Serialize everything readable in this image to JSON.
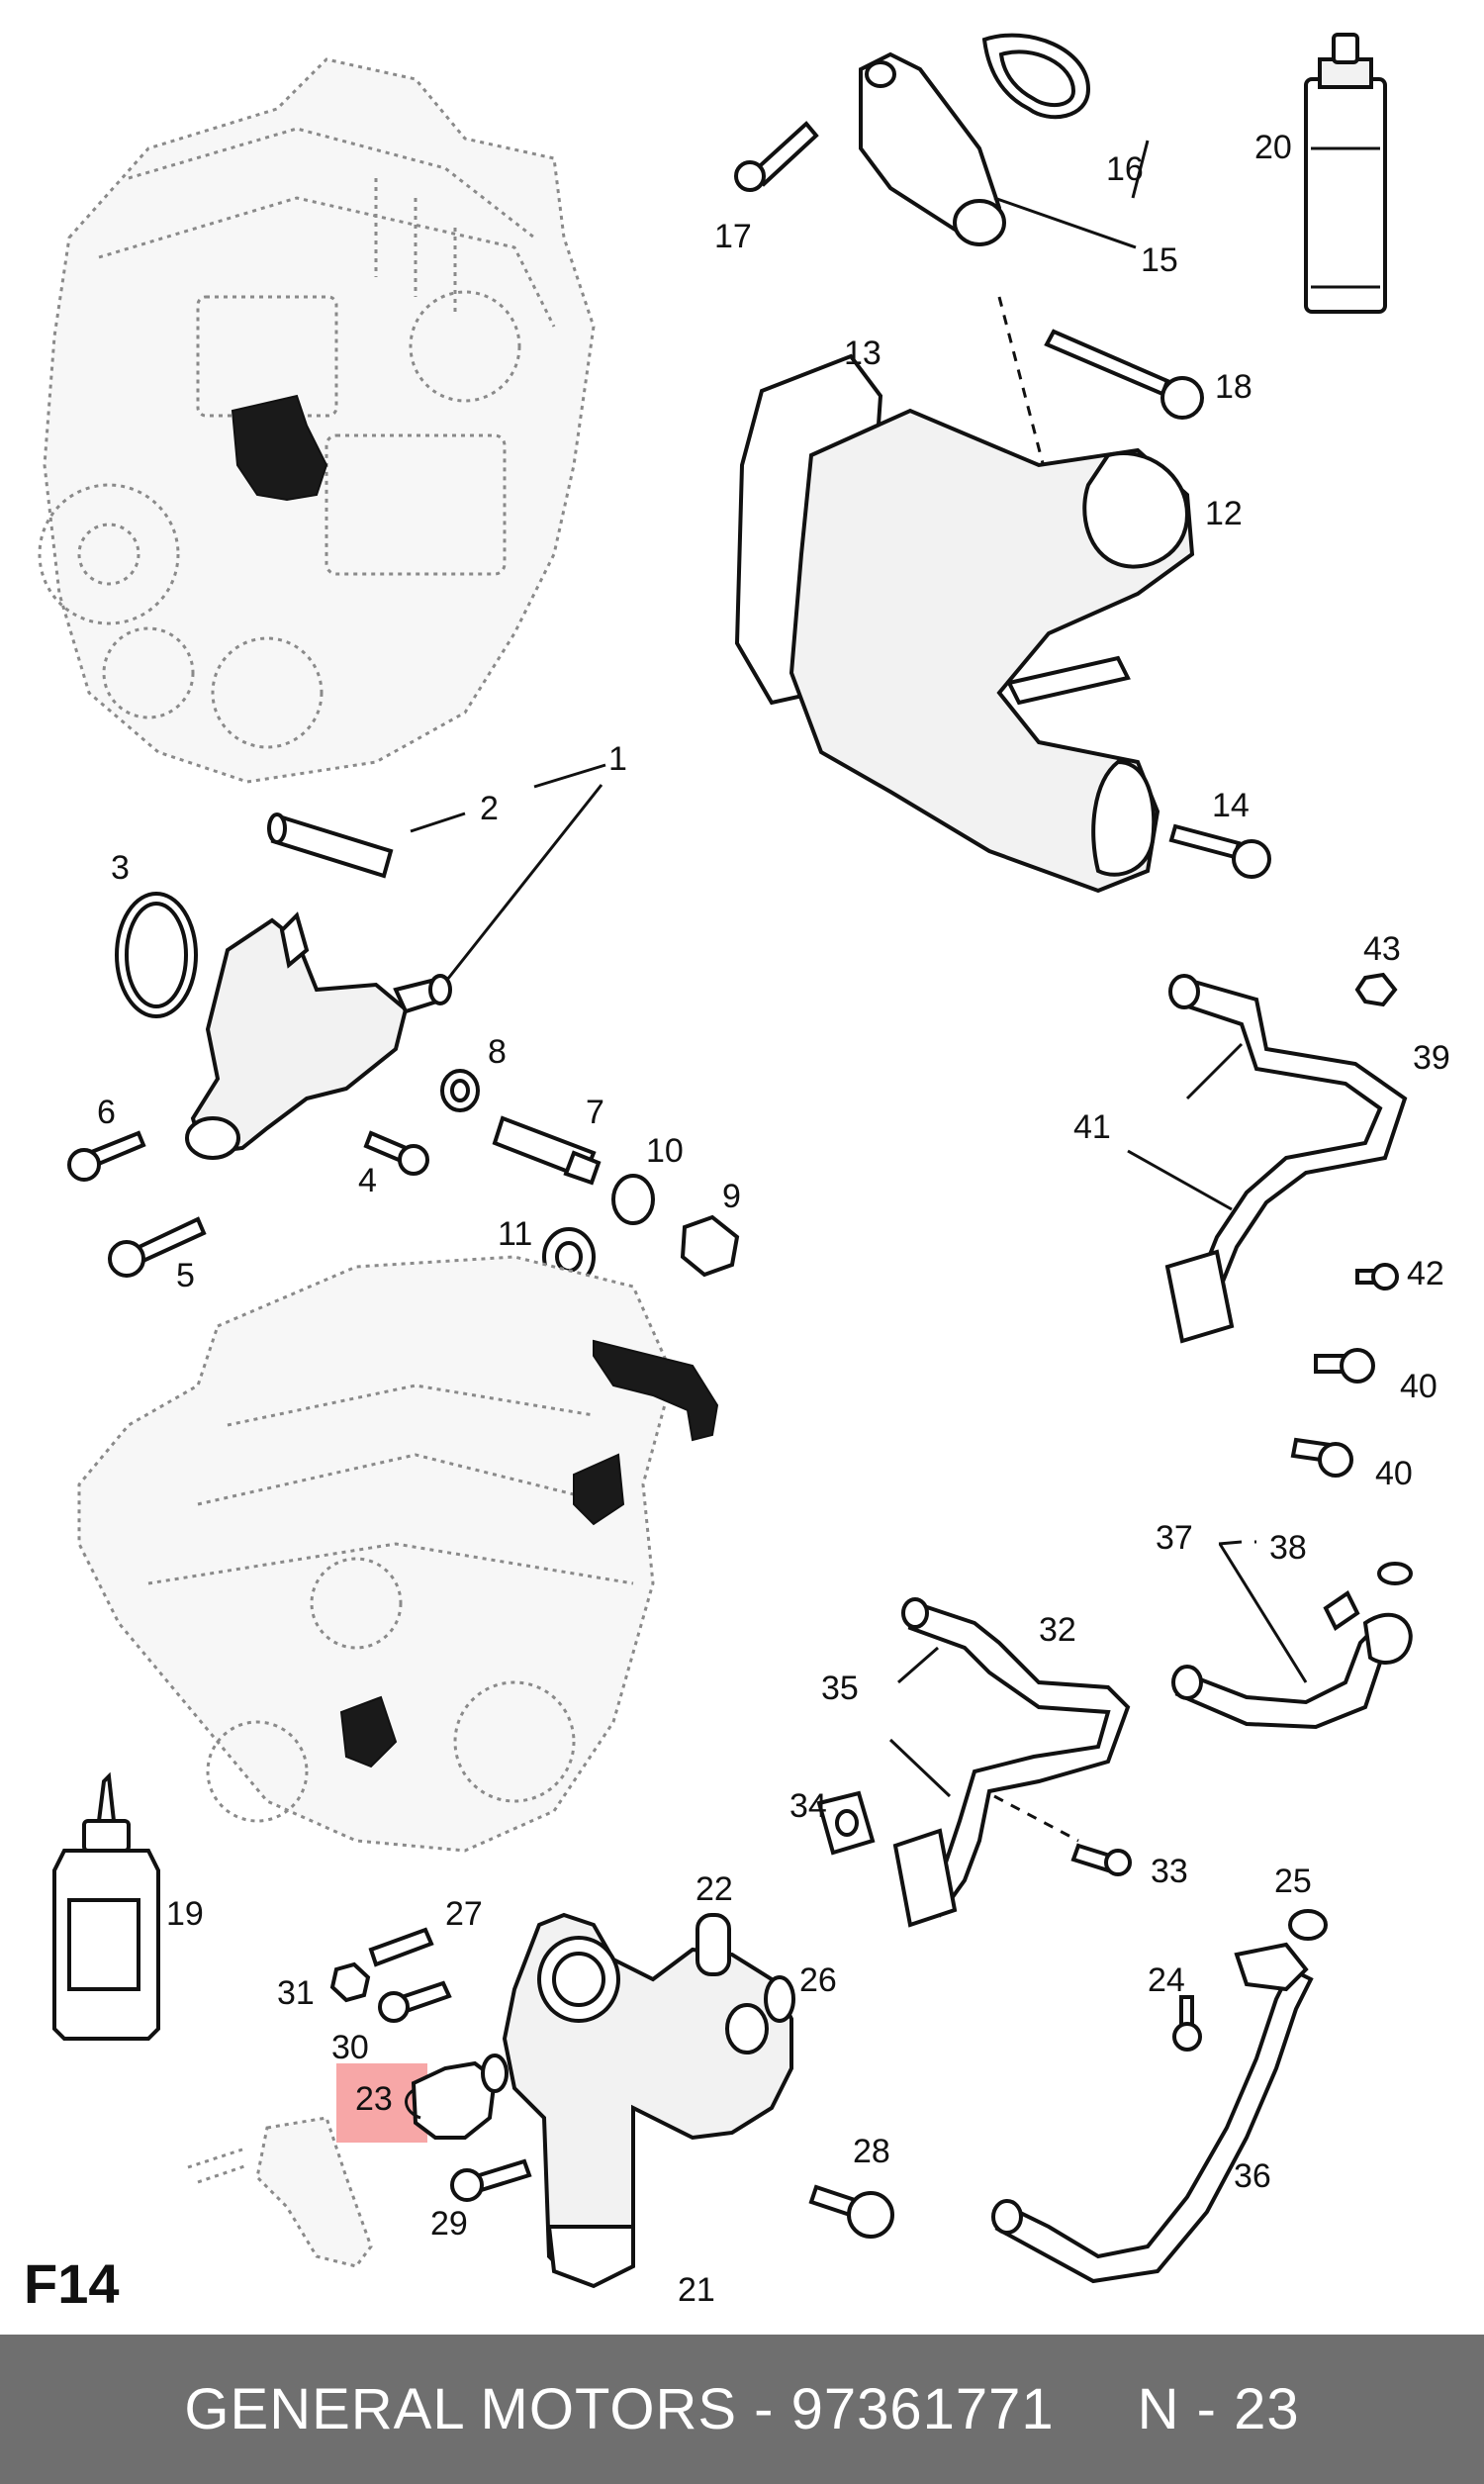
{
  "page_label": "F14",
  "footer": {
    "part_text": "GENERAL MOTORS - 97361771",
    "position_text": "N - 23"
  },
  "highlight_color": "#f26d6d",
  "callouts": {
    "c1": "1",
    "c2": "2",
    "c3": "3",
    "c4": "4",
    "c5": "5",
    "c6": "6",
    "c7": "7",
    "c8": "8",
    "c9": "9",
    "c10": "10",
    "c11": "11",
    "c12": "12",
    "c13": "13",
    "c14": "14",
    "c15": "15",
    "c16": "16",
    "c17": "17",
    "c18": "18",
    "c19": "19",
    "c20": "20",
    "c21": "21",
    "c22": "22",
    "c23": "23",
    "c24": "24",
    "c25": "25",
    "c26": "26",
    "c27": "27",
    "c28": "28",
    "c29": "29",
    "c30": "30",
    "c31": "31",
    "c32": "32",
    "c33": "33",
    "c34": "34",
    "c35": "35",
    "c36": "36",
    "c37": "37",
    "c38": "38",
    "c39": "39",
    "c40a": "40",
    "c40b": "40",
    "c41": "41",
    "c42": "42",
    "c43": "43"
  }
}
